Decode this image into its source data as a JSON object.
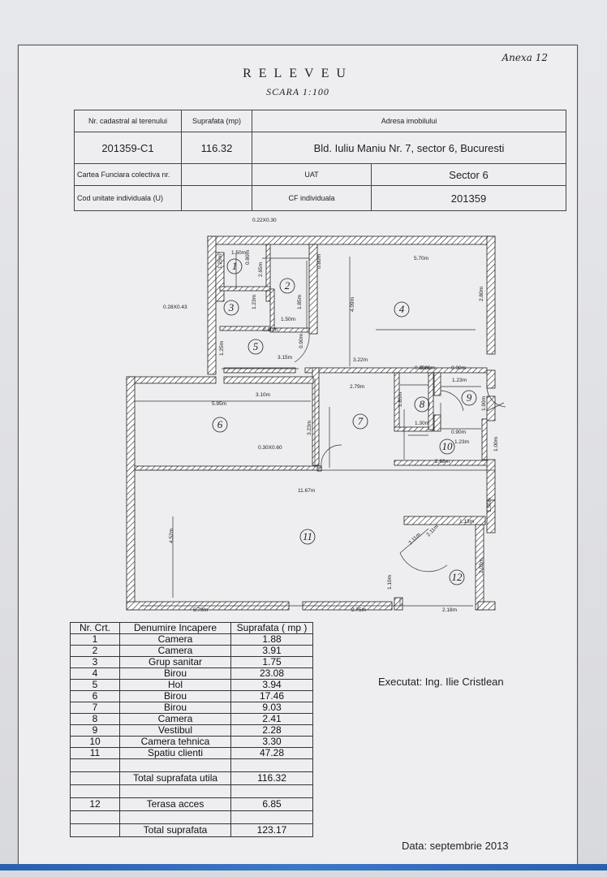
{
  "annex": "Anexa 12",
  "title": "RELEVEU",
  "scale": "SCARA 1:100",
  "info": {
    "cadastral_label": "Nr. cadastral al terenului",
    "area_label": "Suprafata (mp)",
    "address_label": "Adresa imobilului",
    "cadastral_value": "201359-C1",
    "area_value": "116.32",
    "address_value": "Bld. Iuliu Maniu Nr. 7, sector 6, Bucuresti",
    "land_book_label": "Cartea Funciara colectiva nr.",
    "uat_label": "UAT",
    "uat_value": "Sector 6",
    "unit_code_label": "Cod unitate individuala (U)",
    "cf_label": "CF individuala",
    "cf_value": "201359"
  },
  "plan": {
    "dims": [
      "0.22X0.30",
      "0.28X0.43",
      "0.30X0.60",
      "1.50m",
      "1.25m",
      "0.80m",
      "2.65m",
      "1.23m",
      "1.50m",
      "1.85m",
      "0.80m",
      "5.70m",
      "4.09m",
      "2.80m",
      "3.15m",
      "0.90m",
      "3.22m",
      "0.80m",
      "3.10m",
      "5.95m",
      "2.79m",
      "3.23m",
      "0.80m",
      "0.90m",
      "1.23m",
      "1.85m",
      "1.30m",
      "1.90m",
      "0.90m",
      "1.23m",
      "2.68m",
      "1.00m",
      "11.67m",
      "1.55m",
      "4.52m",
      "1.13m",
      "2.11m",
      "2.11m",
      "1.10m",
      "2.02m",
      "5.70m",
      "2.75m",
      "2.18m",
      "0.80m",
      "1.25m"
    ],
    "room_numbers": [
      "1",
      "2",
      "3",
      "4",
      "5",
      "6",
      "7",
      "8",
      "9",
      "10",
      "11",
      "12"
    ]
  },
  "rooms_table": {
    "headers": [
      "Nr. Crt.",
      "Denumire Incapere",
      "Suprafata ( mp )"
    ],
    "rows": [
      [
        "1",
        "Camera",
        "1.88"
      ],
      [
        "2",
        "Camera",
        "3.91"
      ],
      [
        "3",
        "Grup sanitar",
        "1.75"
      ],
      [
        "4",
        "Birou",
        "23.08"
      ],
      [
        "5",
        "Hol",
        "3.94"
      ],
      [
        "6",
        "Birou",
        "17.46"
      ],
      [
        "7",
        "Birou",
        "9.03"
      ],
      [
        "8",
        "Camera",
        "2.41"
      ],
      [
        "9",
        "Vestibul",
        "2.28"
      ],
      [
        "10",
        "Camera tehnica",
        "3.30"
      ],
      [
        "11",
        "Spatiu clienti",
        "47.28"
      ]
    ],
    "total_useful_label": "Total suprafata utila",
    "total_useful_value": "116.32",
    "terrace_nr": "12",
    "terrace_label": "Terasa acces",
    "terrace_value": "6.85",
    "total_label": "Total suprafata",
    "total_value": "123.17"
  },
  "executed_by": "Executat: Ing. Ilie Cristlean",
  "date": "Data: septembrie 2013"
}
